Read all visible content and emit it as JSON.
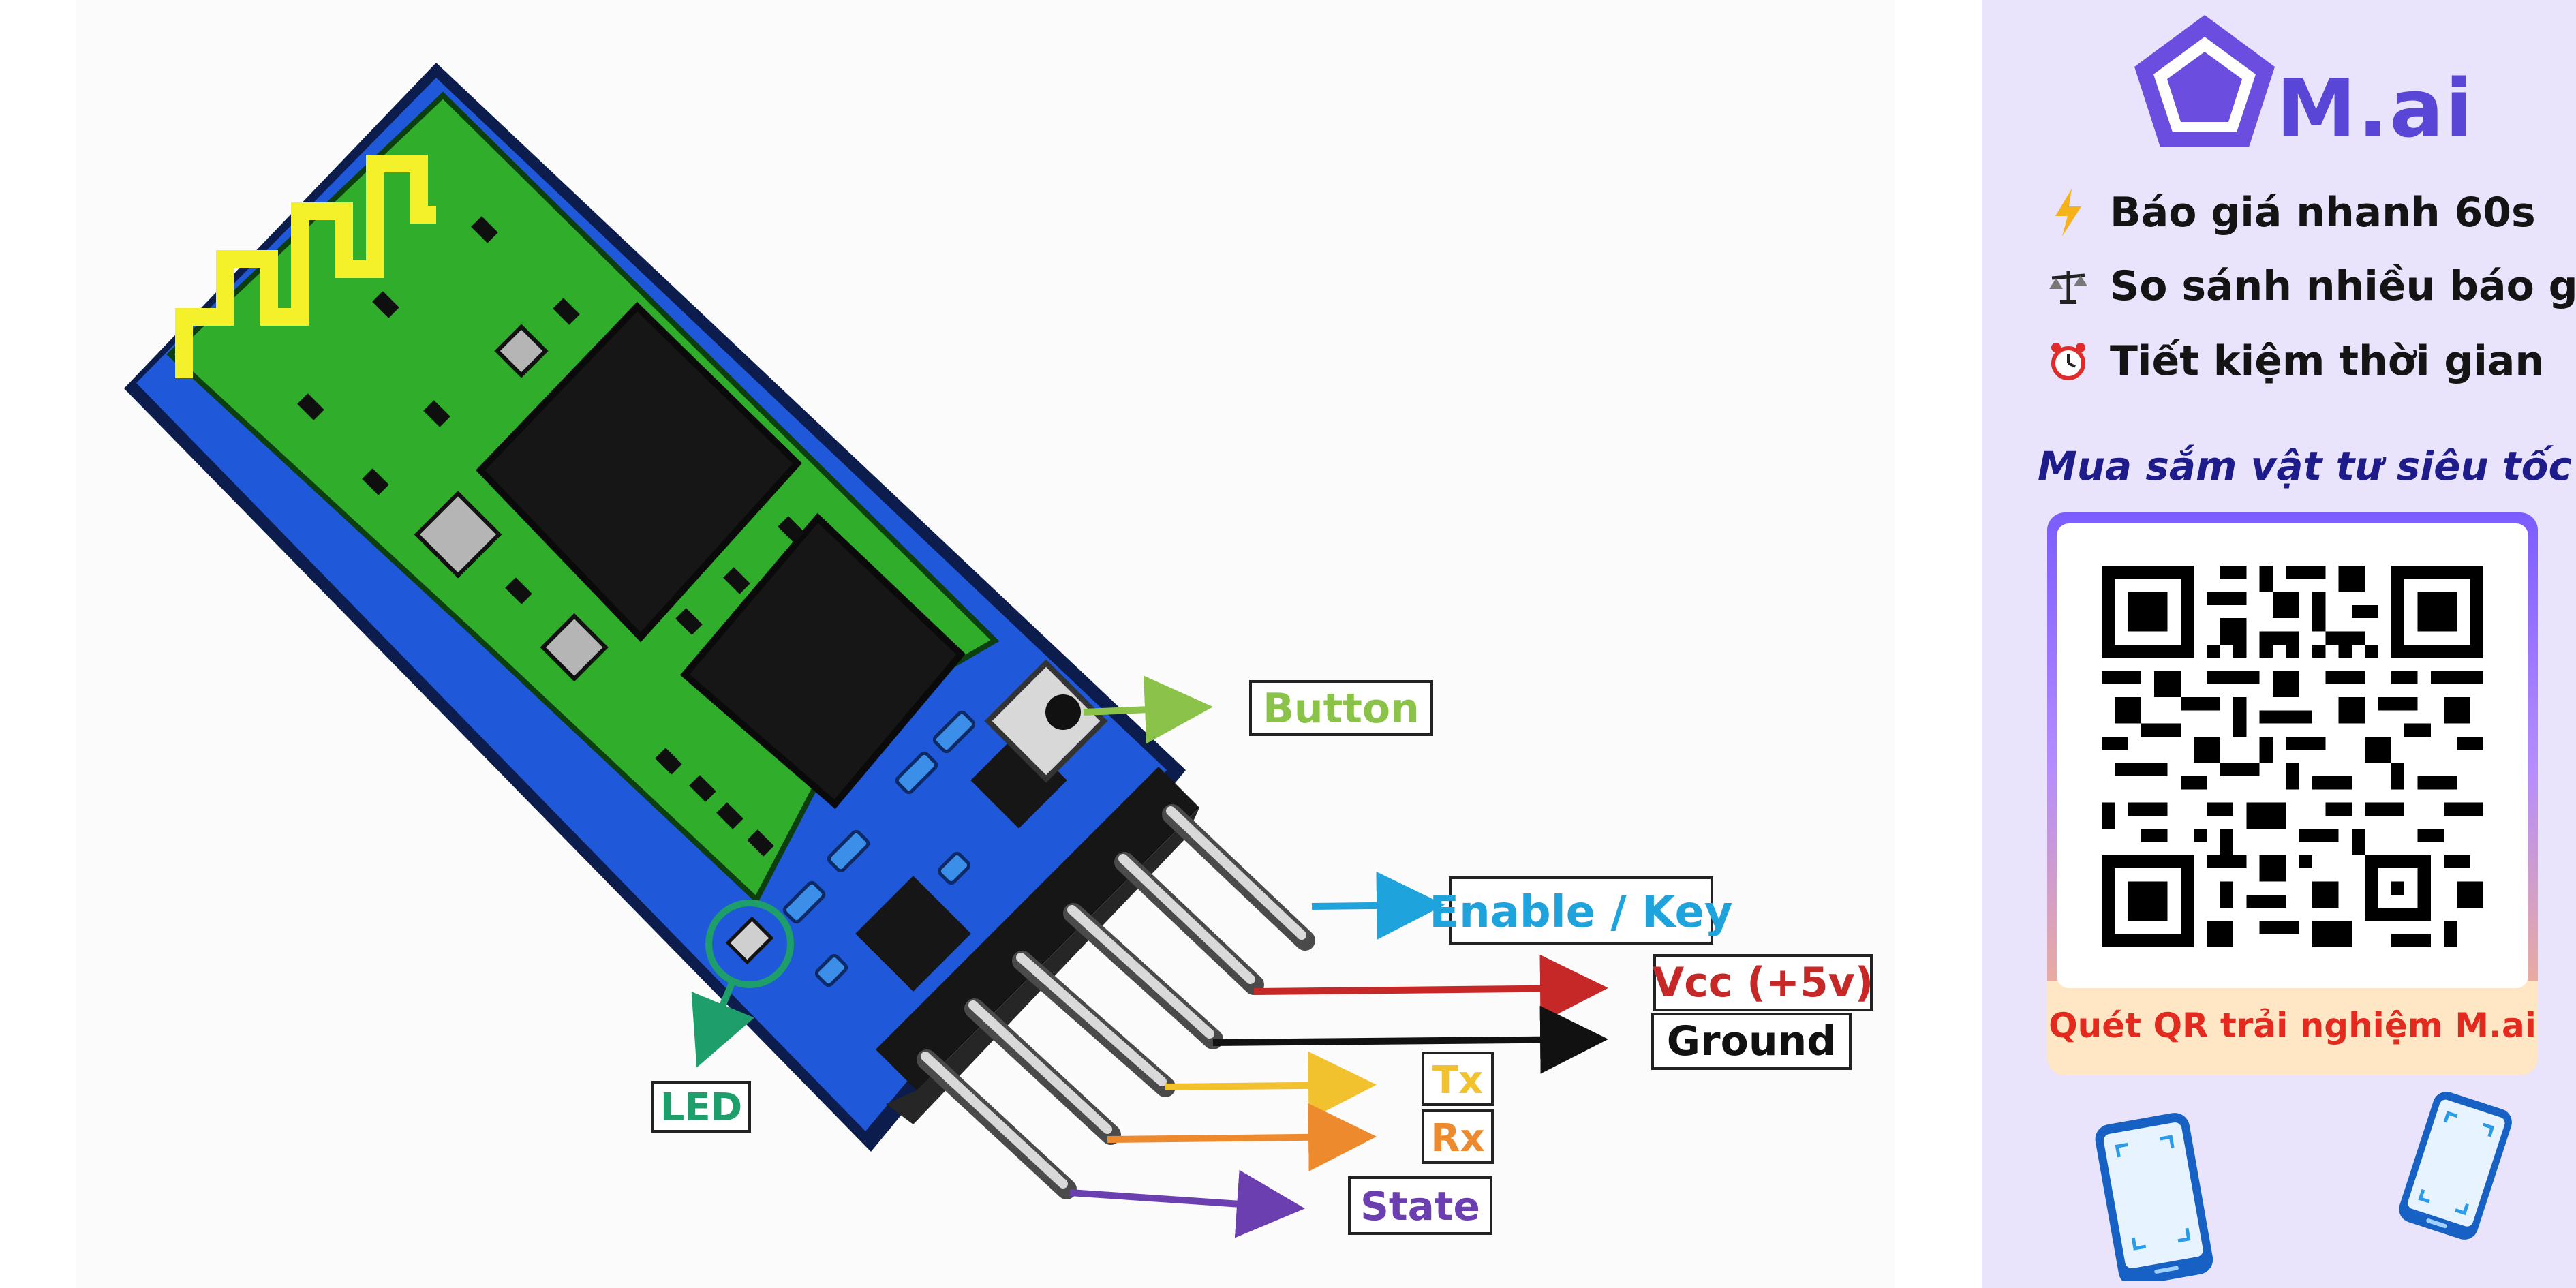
{
  "diagram": {
    "labels": {
      "button": "Button",
      "enable_key": "Enable / Key",
      "vcc": "Vcc (+5v)",
      "ground": "Ground",
      "tx": "Tx",
      "rx": "Rx",
      "state": "State",
      "led": "LED"
    },
    "colors": {
      "button": "#8bc34a",
      "enable_key": "#1fa3dc",
      "vcc": "#c62828",
      "ground": "#111111",
      "tx": "#f2c12e",
      "rx": "#ee8a2e",
      "state": "#6c3fb0",
      "led": "#1e9e6a",
      "board_blue": "#1f58d8",
      "pcb_green": "#2fad2b",
      "antenna_yellow": "#f4f02a"
    }
  },
  "sidebar": {
    "brand": "M.ai",
    "features": [
      {
        "icon": "lightning-icon",
        "text": "Báo giá nhanh 60s"
      },
      {
        "icon": "scale-icon",
        "text": "So sánh nhiều báo giá"
      },
      {
        "icon": "alarm-clock-icon",
        "text": "Tiết kiệm thời gian"
      }
    ],
    "slogan": "Mua sắm vật tư siêu tốc",
    "qr_caption": "Quét QR trải nghiệm M.ai",
    "accent": "#5a46d6"
  }
}
